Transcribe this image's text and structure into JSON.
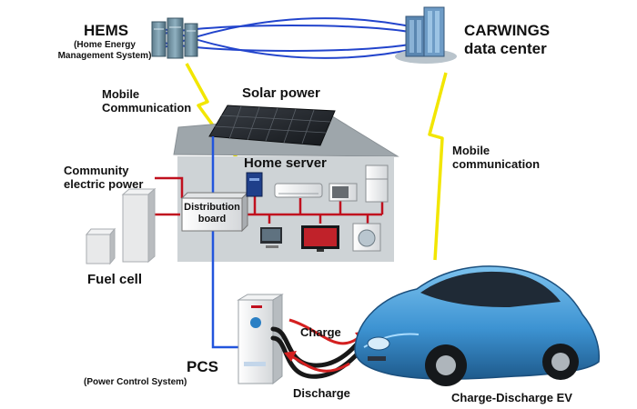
{
  "hems": {
    "title": "HEMS",
    "subtitle_line1": "(Home Energy",
    "subtitle_line2": "Management System)"
  },
  "carwings": {
    "line1": "CARWINGS",
    "line2": "data center"
  },
  "mobile_comm_left": {
    "line1": "Mobile",
    "line2": "Communication"
  },
  "mobile_comm_right": {
    "line1": "Mobile",
    "line2": "communication"
  },
  "solar_power": "Solar power",
  "home_server": "Home server",
  "community_power": {
    "line1": "Community",
    "line2": "electric power"
  },
  "distribution_board": {
    "line1": "Distribution",
    "line2": "board"
  },
  "fuel_cell": "Fuel cell",
  "pcs": {
    "title": "PCS",
    "subtitle": "(Power Control System)"
  },
  "charge": "Charge",
  "discharge": "Discharge",
  "ev": "Charge-Discharge EV",
  "colors": {
    "network_ring": "#2244cc",
    "wireless_bolt": "#f2e600",
    "power_line": "#c0101e",
    "signal_line": "#2255dd",
    "house_wall": "#ced3d6",
    "house_roof": "#9ea6ab",
    "ev_body": "#3d9ad6",
    "charge_cable": "#181818"
  }
}
